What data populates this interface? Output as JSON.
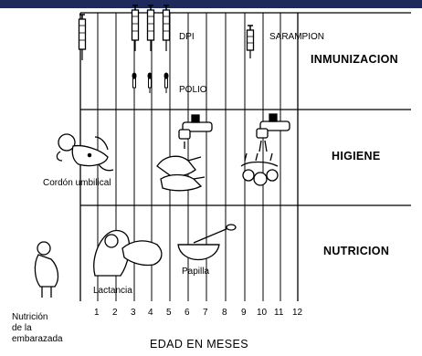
{
  "rows": {
    "immunization": "INMUNIZACION",
    "hygiene": "HIGIENE",
    "nutrition": "NUTRICION"
  },
  "vaccines": {
    "dpi": "DPI",
    "polio": "POLIO",
    "measles": "SARAMPION"
  },
  "hygiene_labels": {
    "umbilical_cord": "Cordón umbilical"
  },
  "nutrition_labels": {
    "breastfeeding": "Lactancia",
    "porridge": "Papilla",
    "pregnancy": "Nutrición\nde la\nembarazada"
  },
  "months": [
    "1",
    "2",
    "3",
    "4",
    "5",
    "6",
    "7",
    "8",
    "9",
    "10",
    "11",
    "12"
  ],
  "axis_title": "EDAD EN MESES",
  "colors": {
    "top_bar": "#1f2a5c",
    "ink": "#000000"
  }
}
